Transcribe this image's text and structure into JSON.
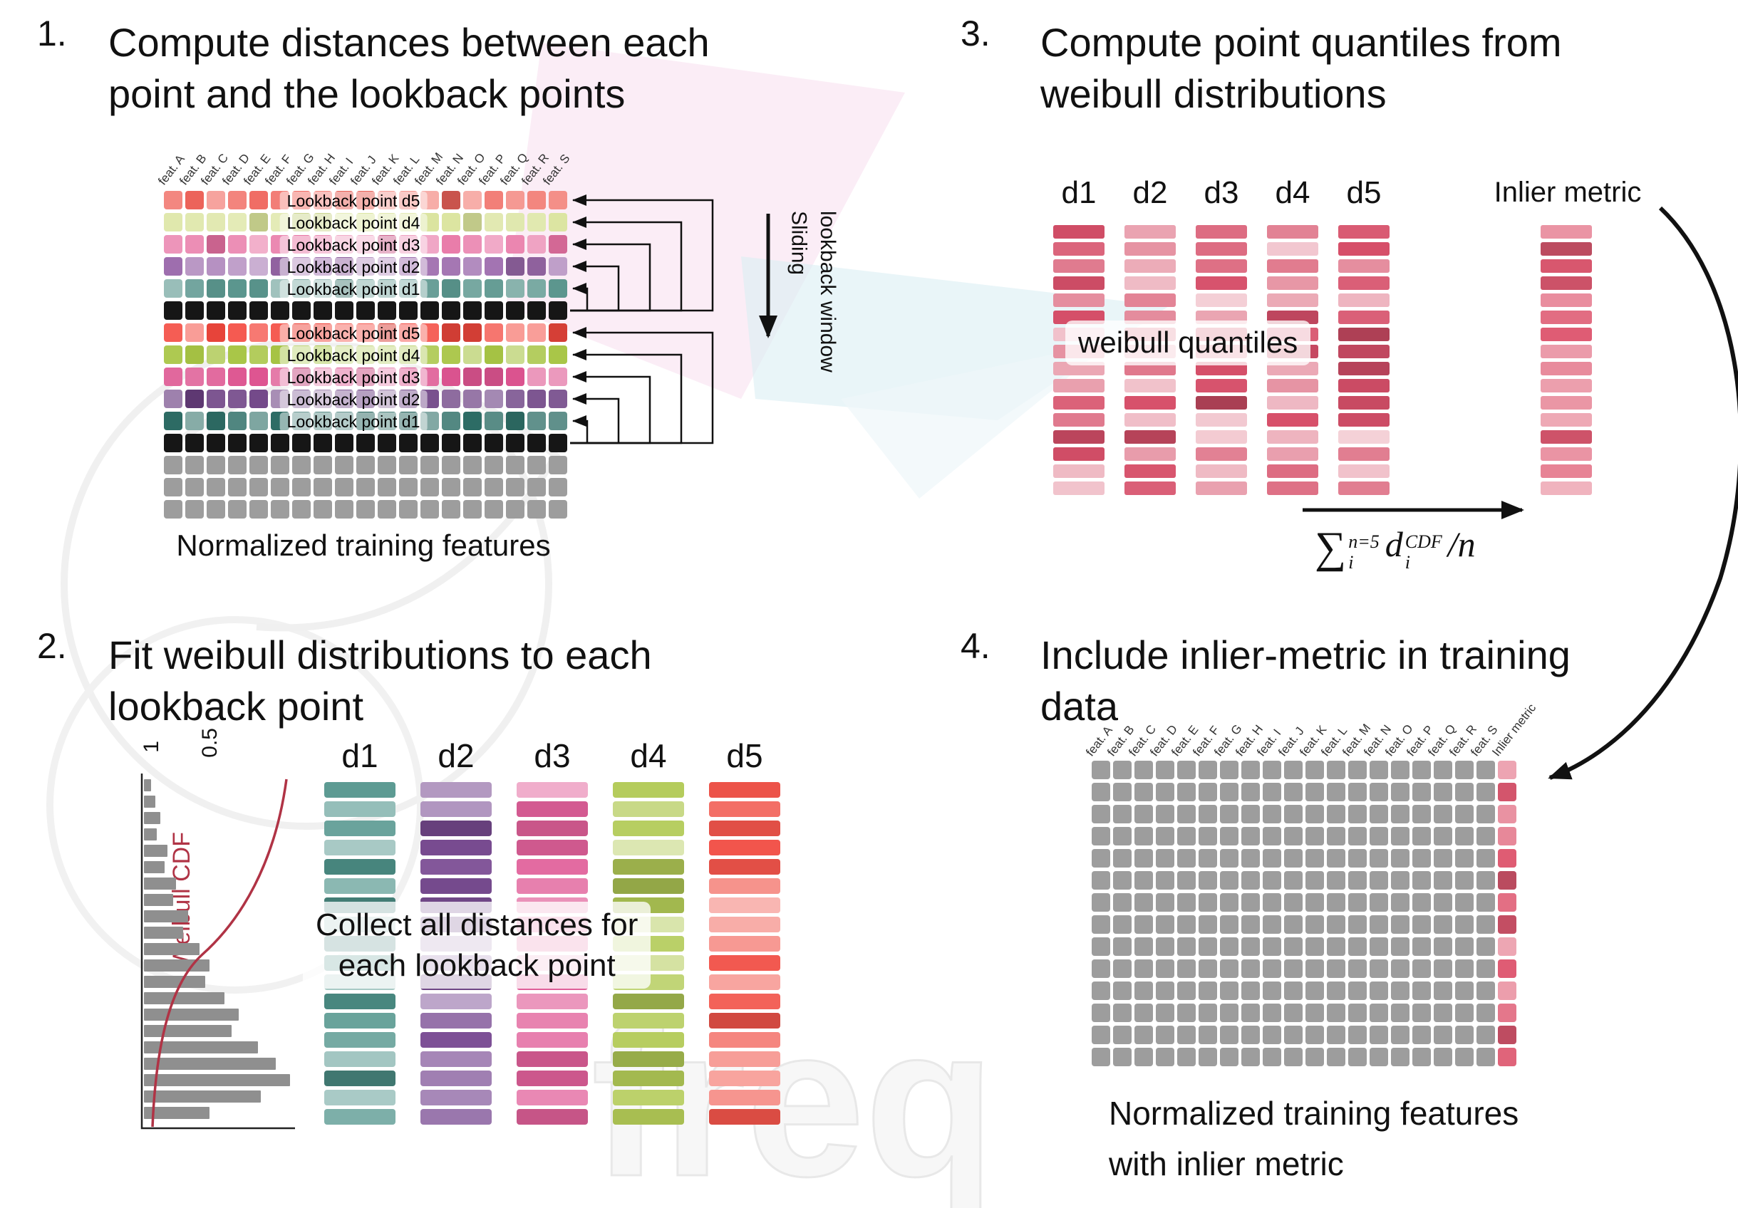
{
  "background": {
    "watermark_text": "freq"
  },
  "feat_labels": [
    "feat. A",
    "feat. B",
    "feat. C",
    "feat. D",
    "feat. E",
    "feat. F",
    "feat. G",
    "feat. H",
    "feat. I",
    "feat. J",
    "feat. K",
    "feat. L",
    "feat. M",
    "feat. N",
    "feat. O",
    "feat. P",
    "feat. Q",
    "feat. R",
    "feat. S"
  ],
  "panel1": {
    "number": "1.",
    "title_line1": "Compute distances between each",
    "title_line2": "point and the lookback points",
    "caption": "Normalized training features",
    "sliding_line1": "Sliding",
    "sliding_line2": "lookback window",
    "grid": {
      "cols": 19,
      "rows": [
        {
          "type": "lookback",
          "label": "Lookback point d5",
          "base": "#f0655c",
          "vary": 0.55
        },
        {
          "type": "lookback",
          "label": "Lookback point d4",
          "base": "#d9e39a",
          "vary": 0.4
        },
        {
          "type": "lookback",
          "label": "Lookback point d3",
          "base": "#e873a4",
          "vary": 0.5
        },
        {
          "type": "lookback",
          "label": "Lookback point d2",
          "base": "#9c6aac",
          "vary": 0.5
        },
        {
          "type": "lookback",
          "label": "Lookback point d1",
          "base": "#5b968e",
          "vary": 0.5
        },
        {
          "type": "current-point",
          "label": "",
          "base": "#161616",
          "vary": 0
        },
        {
          "type": "lookback",
          "label": "Lookback point d5",
          "base": "#f4483e",
          "vary": 0.5
        },
        {
          "type": "lookback",
          "label": "Lookback point d4",
          "base": "#a8c545",
          "vary": 0.45
        },
        {
          "type": "lookback",
          "label": "Lookback point d3",
          "base": "#de5591",
          "vary": 0.45
        },
        {
          "type": "lookback",
          "label": "Lookback point d2",
          "base": "#6d4184",
          "vary": 0.45
        },
        {
          "type": "lookback",
          "label": "Lookback point d1",
          "base": "#2f6f68",
          "vary": 0.45
        },
        {
          "type": "current-point",
          "label": "",
          "base": "#161616",
          "vary": 0
        },
        {
          "type": "future",
          "label": "",
          "base": "#9d9d9d",
          "vary": 0
        },
        {
          "type": "future",
          "label": "",
          "base": "#9d9d9d",
          "vary": 0
        },
        {
          "type": "future",
          "label": "",
          "base": "#9d9d9d",
          "vary": 0
        }
      ]
    }
  },
  "panel2": {
    "number": "2.",
    "title_line1": "Fit weibull distributions to each",
    "title_line2": "lookback point",
    "cdf_label": "Weibull CDF",
    "tick_1": "1",
    "tick_05": "0.5",
    "hist_values": [
      0.05,
      0.08,
      0.11,
      0.09,
      0.16,
      0.14,
      0.22,
      0.2,
      0.3,
      0.27,
      0.38,
      0.45,
      0.42,
      0.55,
      0.65,
      0.6,
      0.78,
      0.9,
      1.0,
      0.8,
      0.45
    ],
    "overlay_line1": "Collect all distances for",
    "overlay_line2": "each lookback point",
    "columns": [
      {
        "label": "d1",
        "base": "#4f938a",
        "bars": 18,
        "vary": 0.62
      },
      {
        "label": "d2",
        "base": "#7c4e95",
        "bars": 18,
        "vary": 0.62
      },
      {
        "label": "d3",
        "base": "#e2619b",
        "bars": 18,
        "vary": 0.62
      },
      {
        "label": "d4",
        "base": "#b3cb57",
        "bars": 18,
        "vary": 0.62
      },
      {
        "label": "d5",
        "base": "#f2554b",
        "bars": 18,
        "vary": 0.62
      }
    ]
  },
  "panel3": {
    "number": "3.",
    "title_line1": "Compute point quantiles from",
    "title_line2": "weibull distributions",
    "overlay": "weibull quantiles",
    "inlier_label": "Inlier metric",
    "formula": {
      "sum": "∑",
      "sum_sup": "n=5",
      "sum_sub": "i",
      "d": "d",
      "d_sup": "CDF",
      "d_sub": "i",
      "tail": "/n"
    },
    "columns": [
      {
        "label": "d1",
        "base": "#d7506a",
        "bars": 16,
        "vary": 0.75
      },
      {
        "label": "d2",
        "base": "#d7506a",
        "bars": 16,
        "vary": 0.75
      },
      {
        "label": "d3",
        "base": "#d7506a",
        "bars": 16,
        "vary": 0.75
      },
      {
        "label": "d4",
        "base": "#d7506a",
        "bars": 16,
        "vary": 0.75
      },
      {
        "label": "d5",
        "base": "#d7506a",
        "bars": 16,
        "vary": 0.75
      }
    ],
    "inlier_column": {
      "base": "#df5a72",
      "bars": 16,
      "vary": 0.6
    }
  },
  "panel4": {
    "number": "4.",
    "title_line1": "Include inlier-metric in training",
    "title_line2": "data",
    "inlier_col_label": "Inlier metric",
    "caption_line1": "Normalized training features",
    "caption_line2": "with inlier metric",
    "grid": {
      "feat_cols": 19,
      "rows": 14,
      "base": "#9d9d9d",
      "inlier_base": "#df5a72",
      "inlier_vary": 0.55
    }
  },
  "colors": {
    "arrow": "#111111",
    "cdf_curve": "#b03345",
    "axis": "#222222",
    "hist_bar": "#8f8f8f"
  }
}
